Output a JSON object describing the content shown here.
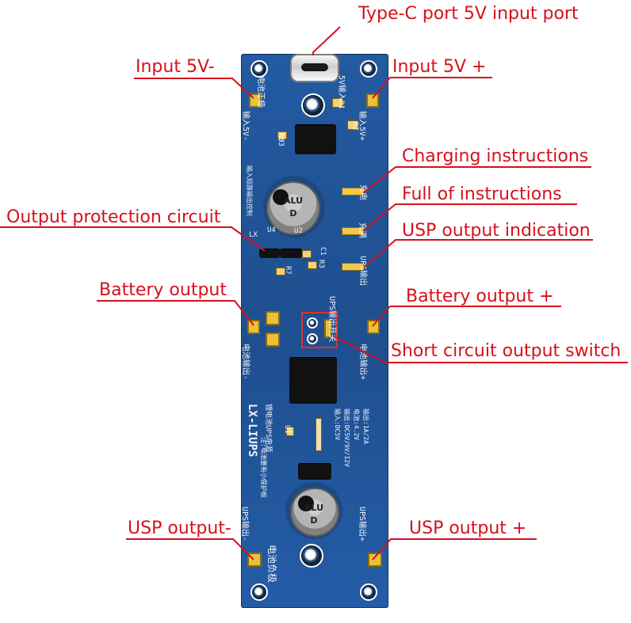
{
  "labels": {
    "typec_port": "Type-C port 5V input port",
    "input_minus": "Input 5V-",
    "input_plus": "Input 5V +",
    "charging_instructions": "Charging instructions",
    "full_instructions": "Full of instructions",
    "output_protection": "Output protection circuit",
    "usp_output_indication": "USP output indication",
    "battery_output_minus": "Battery output",
    "battery_output_plus": "Battery output +",
    "short_circuit_switch": "Short circuit output switch",
    "usp_output_minus": "USP output-",
    "usp_output_plus": "USP output +"
  },
  "silk": {
    "top_vertical_left": "电池正极",
    "top_vertical_right": "5V输入",
    "top_side_left": "输入5V-",
    "top_side_right": "输入5V+",
    "ic_top": "U3",
    "r1": "R1",
    "r2": "R2",
    "r6": "R6",
    "left_note": "输入短路输出控制",
    "u4": "U4",
    "u2": "U2",
    "lx": "LX",
    "r7": "R7",
    "r3": "R3",
    "c1": "C1",
    "cap_top_1": "ALU",
    "cap_top_2": "D",
    "led_1": "充电",
    "led_2": "充满",
    "led_3": "UPS输出",
    "ups_output_switch": "UPS输出开关",
    "battery_output_side": "电池输出-",
    "battery_output_side_plus": "电池输出+",
    "brand": "LX-LIUPS",
    "brand_sub": "锂电池UPS电源",
    "brand_sub2": "注:电池要有小保护板",
    "u1": "U1",
    "cap_bottom_1": "ALU",
    "cap_bottom_2": "D",
    "usp_left": "UPS输出-",
    "usp_right": "UPS输出+",
    "bottom_note": "电池负极",
    "spec_1": "输入:DC5V",
    "spec_2": "输出:DC5V/9V/12V",
    "spec_3": "电池:4.2V",
    "spec_4": "输出:1A/2A"
  },
  "colors": {
    "board": "#1e4f8f",
    "label": "#d6111c",
    "pad": "#e7c23a",
    "silk": "#ffffff"
  }
}
